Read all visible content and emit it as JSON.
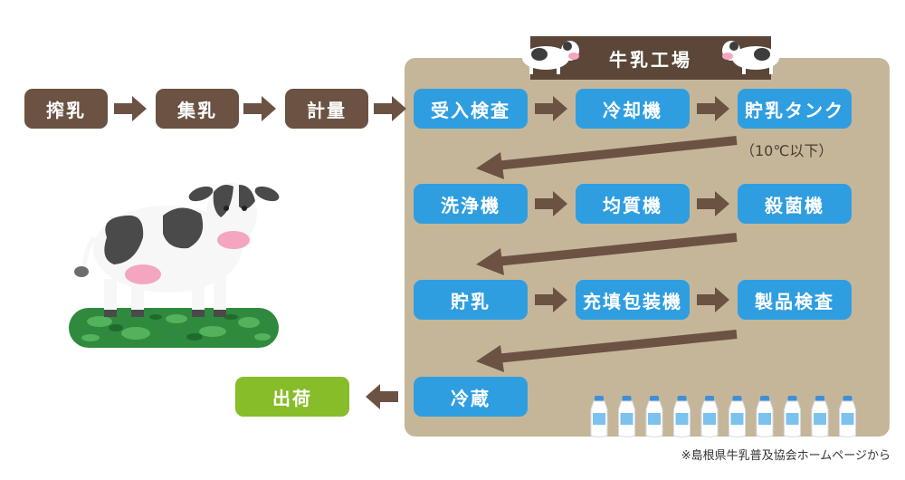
{
  "factory": {
    "title": "牛乳工場"
  },
  "farm_steps": [
    "搾乳",
    "集乳",
    "計量"
  ],
  "row1": [
    "受入検査",
    "冷却機",
    "貯乳タンク"
  ],
  "tank_note": "（10℃以下）",
  "row2": [
    "洗浄機",
    "均質機",
    "殺菌機"
  ],
  "row3": [
    "貯乳",
    "充填包装機",
    "製品検査"
  ],
  "storage": "冷蔵",
  "shipping": "出荷",
  "source_note": "※島根県牛乳普及協会ホームページから",
  "colors": {
    "farm": "#6b5243",
    "factory_step": "#2f9ee0",
    "shipping": "#86bd28",
    "factory_bg": "#c5b69a",
    "arrow": "#6b5243"
  },
  "icons": [
    "cow-illustration",
    "milk-bottle-icon",
    "arrow-right-icon",
    "arrow-left-icon"
  ]
}
